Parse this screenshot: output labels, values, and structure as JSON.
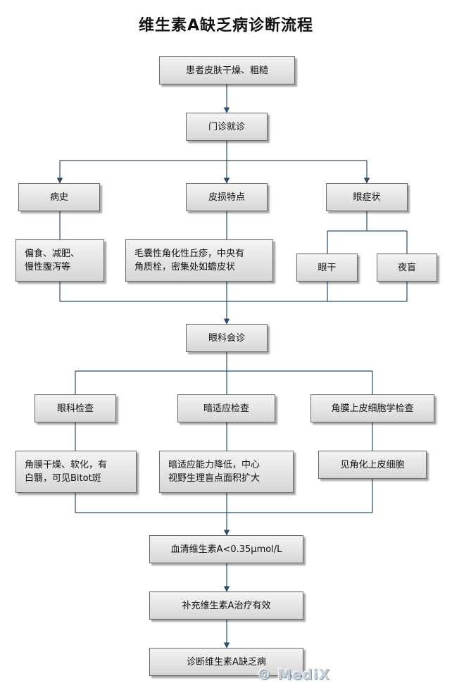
{
  "title": "维生素A缺乏病诊断流程",
  "nodes": {
    "patient": "患者皮肤干燥、粗糙",
    "clinic": "门诊就诊",
    "history": "病史",
    "skin": "皮损特点",
    "eye_symptoms": "眼症状",
    "diet": "偏食、减肥、\n慢性腹泻等",
    "skin_detail": "毛囊性角化性丘疹，中央有\n角质栓，密集处如蟾皮状",
    "dry_eye": "眼干",
    "night_blind": "夜盲",
    "ophth_consult": "眼科会诊",
    "ophth_exam": "眼科检查",
    "dark_adapt": "暗适应检查",
    "cytology": "角膜上皮细胞学检查",
    "ophth_result": "角膜干燥、软化，有\n白翳，可见Bitot斑",
    "dark_result": "暗适应能力降低，中心\n视野生理盲点面积扩大",
    "cyto_result": "见角化上皮细胞",
    "serum": "血清维生素A<0.35μmol/L",
    "treatment": "补充维生素A治疗有效",
    "diagnosis": "诊断维生素A缺乏病"
  },
  "watermark": "© MediX"
}
